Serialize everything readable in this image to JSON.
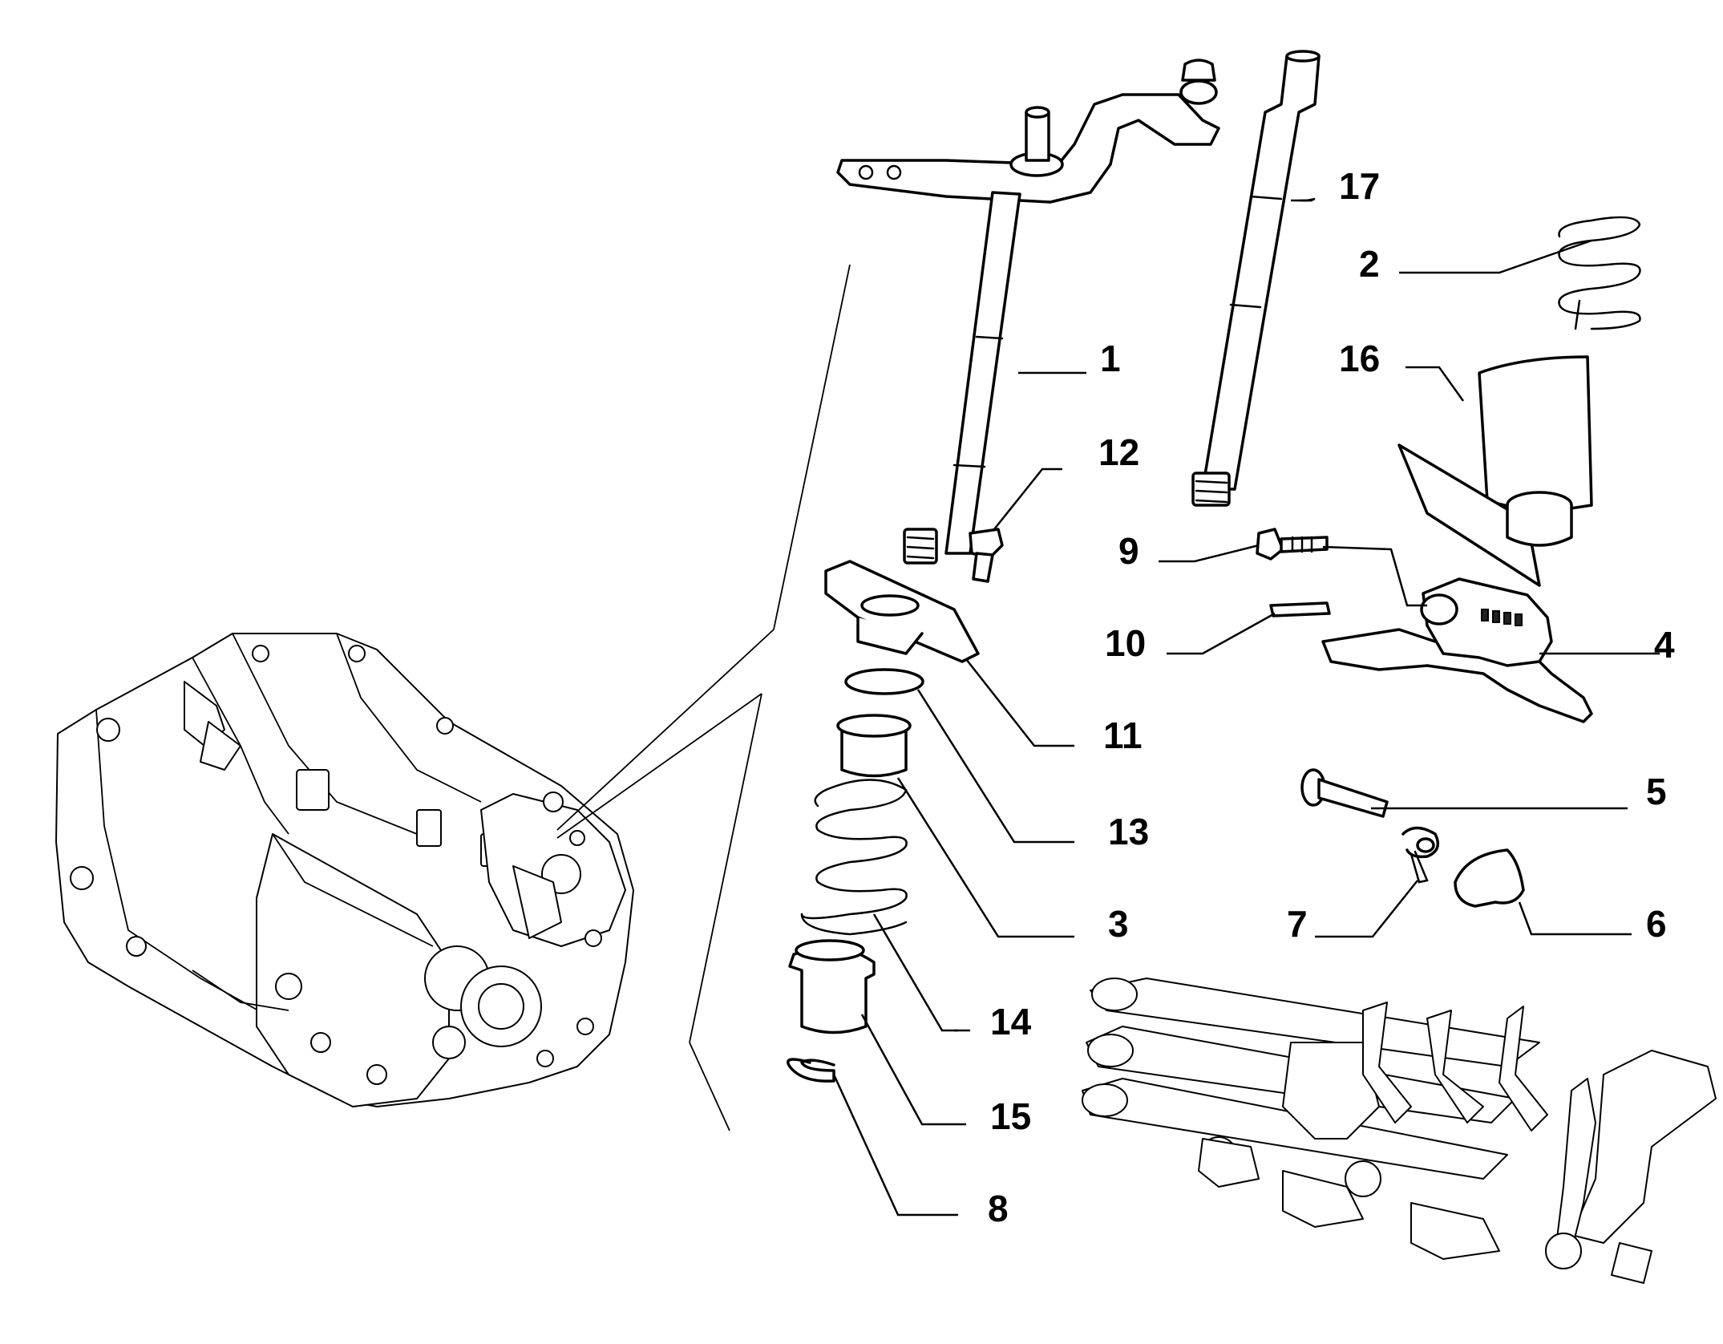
{
  "diagram": {
    "type": "exploded-parts-diagram",
    "callouts": [
      {
        "id": "1",
        "label": "1"
      },
      {
        "id": "2",
        "label": "2"
      },
      {
        "id": "3",
        "label": "3"
      },
      {
        "id": "4",
        "label": "4"
      },
      {
        "id": "5",
        "label": "5"
      },
      {
        "id": "6",
        "label": "6"
      },
      {
        "id": "7",
        "label": "7"
      },
      {
        "id": "8",
        "label": "8"
      },
      {
        "id": "9",
        "label": "9"
      },
      {
        "id": "10",
        "label": "10"
      },
      {
        "id": "11",
        "label": "11"
      },
      {
        "id": "12",
        "label": "12"
      },
      {
        "id": "13",
        "label": "13"
      },
      {
        "id": "14",
        "label": "14"
      },
      {
        "id": "15",
        "label": "15"
      },
      {
        "id": "16",
        "label": "16"
      },
      {
        "id": "17",
        "label": "17"
      }
    ]
  }
}
